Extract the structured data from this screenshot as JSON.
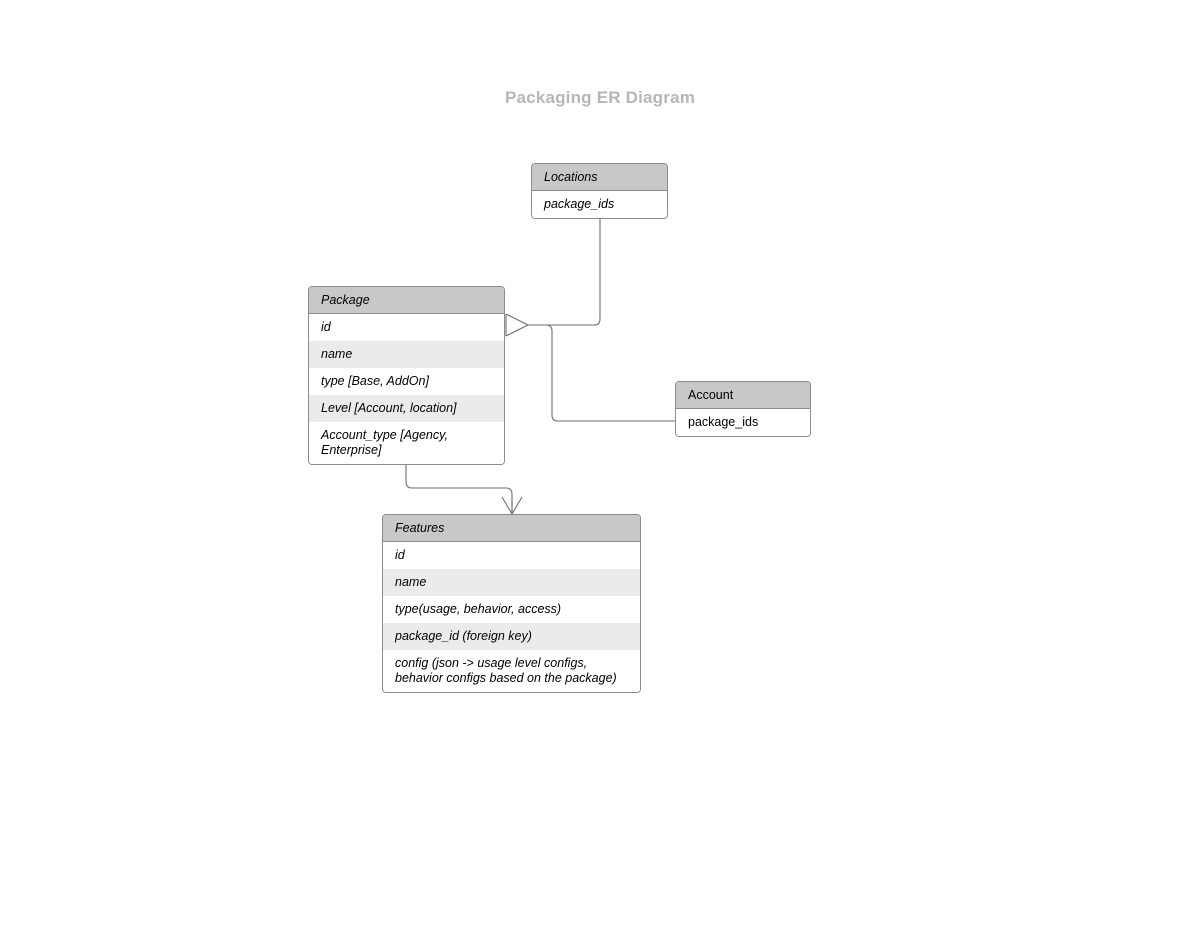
{
  "title": "Packaging ER Diagram",
  "entities": [
    {
      "id": "locations",
      "name": "Locations",
      "italic": true,
      "rows": [
        {
          "label": "package_ids",
          "shaded": false
        }
      ]
    },
    {
      "id": "package",
      "name": "Package",
      "italic": true,
      "rows": [
        {
          "label": "id",
          "shaded": false
        },
        {
          "label": "name",
          "shaded": true
        },
        {
          "label": "type [Base, AddOn]",
          "shaded": false
        },
        {
          "label": "Level [Account, location]",
          "shaded": true
        },
        {
          "label": "Account_type [Agency, Enterprise]",
          "shaded": false
        }
      ]
    },
    {
      "id": "account",
      "name": "Account",
      "italic": false,
      "rows": [
        {
          "label": "package_ids",
          "shaded": false
        }
      ]
    },
    {
      "id": "features",
      "name": "Features",
      "italic": true,
      "rows": [
        {
          "label": "id",
          "shaded": false
        },
        {
          "label": "name",
          "shaded": true
        },
        {
          "label": "type(usage, behavior, access)",
          "shaded": false
        },
        {
          "label": "package_id (foreign key)",
          "shaded": true
        },
        {
          "label": "config (json -> usage level configs, behavior configs based on the package)",
          "shaded": false
        }
      ]
    }
  ],
  "relationships": [
    {
      "id": "package-locations",
      "from": "Package",
      "to": "Locations",
      "from_marker": "crows-foot-open",
      "to_marker": "none"
    },
    {
      "id": "package-account",
      "from": "Package",
      "to": "Account",
      "from_marker": "crows-foot-open",
      "to_marker": "none"
    },
    {
      "id": "package-features",
      "from": "Package",
      "to": "Features",
      "from_marker": "one-tick",
      "to_marker": "crows-foot"
    }
  ],
  "colors": {
    "title": "#b3b7bd",
    "header_fill": "#c8c8c8",
    "row_shaded_fill": "#ebebeb",
    "row_fill": "#ffffff",
    "border": "#8c8c8c",
    "edge": "#6e6e6e",
    "background": "#ffffff"
  }
}
